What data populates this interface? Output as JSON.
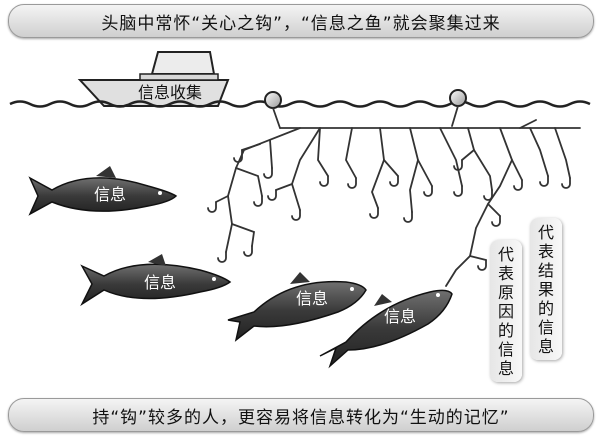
{
  "top_caption": "头脑中常怀“关心之钩”，“信息之鱼”就会聚集过来",
  "bottom_caption": "持“钩”较多的人，更容易将信息转化为“生动的记忆”",
  "ship_label": "信息收集",
  "fish_labels": [
    "信息",
    "信息",
    "信息",
    "信息"
  ],
  "label_cause": "代表原因的信息",
  "label_result": "代表结果的信息"
}
